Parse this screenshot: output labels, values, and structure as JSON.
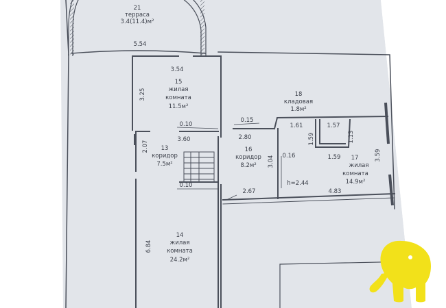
{
  "colors": {
    "paper": "#e2e5ea",
    "paper_dark": "#cfd3da",
    "ink": "#3a3e48",
    "logo": "#f2e11a"
  },
  "rooms": [
    {
      "id": "terrace",
      "number": "21",
      "name": "терраса",
      "area": "3.4(11.4)м²"
    },
    {
      "id": "living-15",
      "number": "15",
      "name_line1": "жилая",
      "name_line2": "комната",
      "area": "11.5м²"
    },
    {
      "id": "storage-18",
      "number": "18",
      "name": "кладовая",
      "area": "1.8м²"
    },
    {
      "id": "corridor-13",
      "number": "13",
      "name": "коридор",
      "area": "7.5м²"
    },
    {
      "id": "corridor-16",
      "number": "16",
      "name": "коридор",
      "area": "8.2м²"
    },
    {
      "id": "living-17",
      "number": "17",
      "name_line1": "жилая",
      "name_line2": "комната",
      "area": "14.9м²"
    },
    {
      "id": "living-14",
      "number": "14",
      "name_line1": "жилая",
      "name_line2": "комната",
      "area": "24.2м²"
    }
  ],
  "dimensions": {
    "terrace_width": "5.54",
    "room15_width": "3.54",
    "room15_height": "3.25",
    "corridor13_top": "3.60",
    "corridor13_height": "2.07",
    "wall_gap_a": "0.10",
    "wall_gap_b": "0.10",
    "corridor16_width": "2.80",
    "wall_gap_c": "0.15",
    "storage_left": "1.61",
    "storage_depth": "1.59",
    "storage_right": "1.57",
    "storage_small": "1.13",
    "storage_bottom": "1.59",
    "corridor16_height": "3.04",
    "wall_gap_d": "0.16",
    "ceiling_height": "h=2.44",
    "room17_width": "4.83",
    "room17_height": "3.59",
    "stair_landing": "2.67",
    "room14_height": "6.84"
  }
}
